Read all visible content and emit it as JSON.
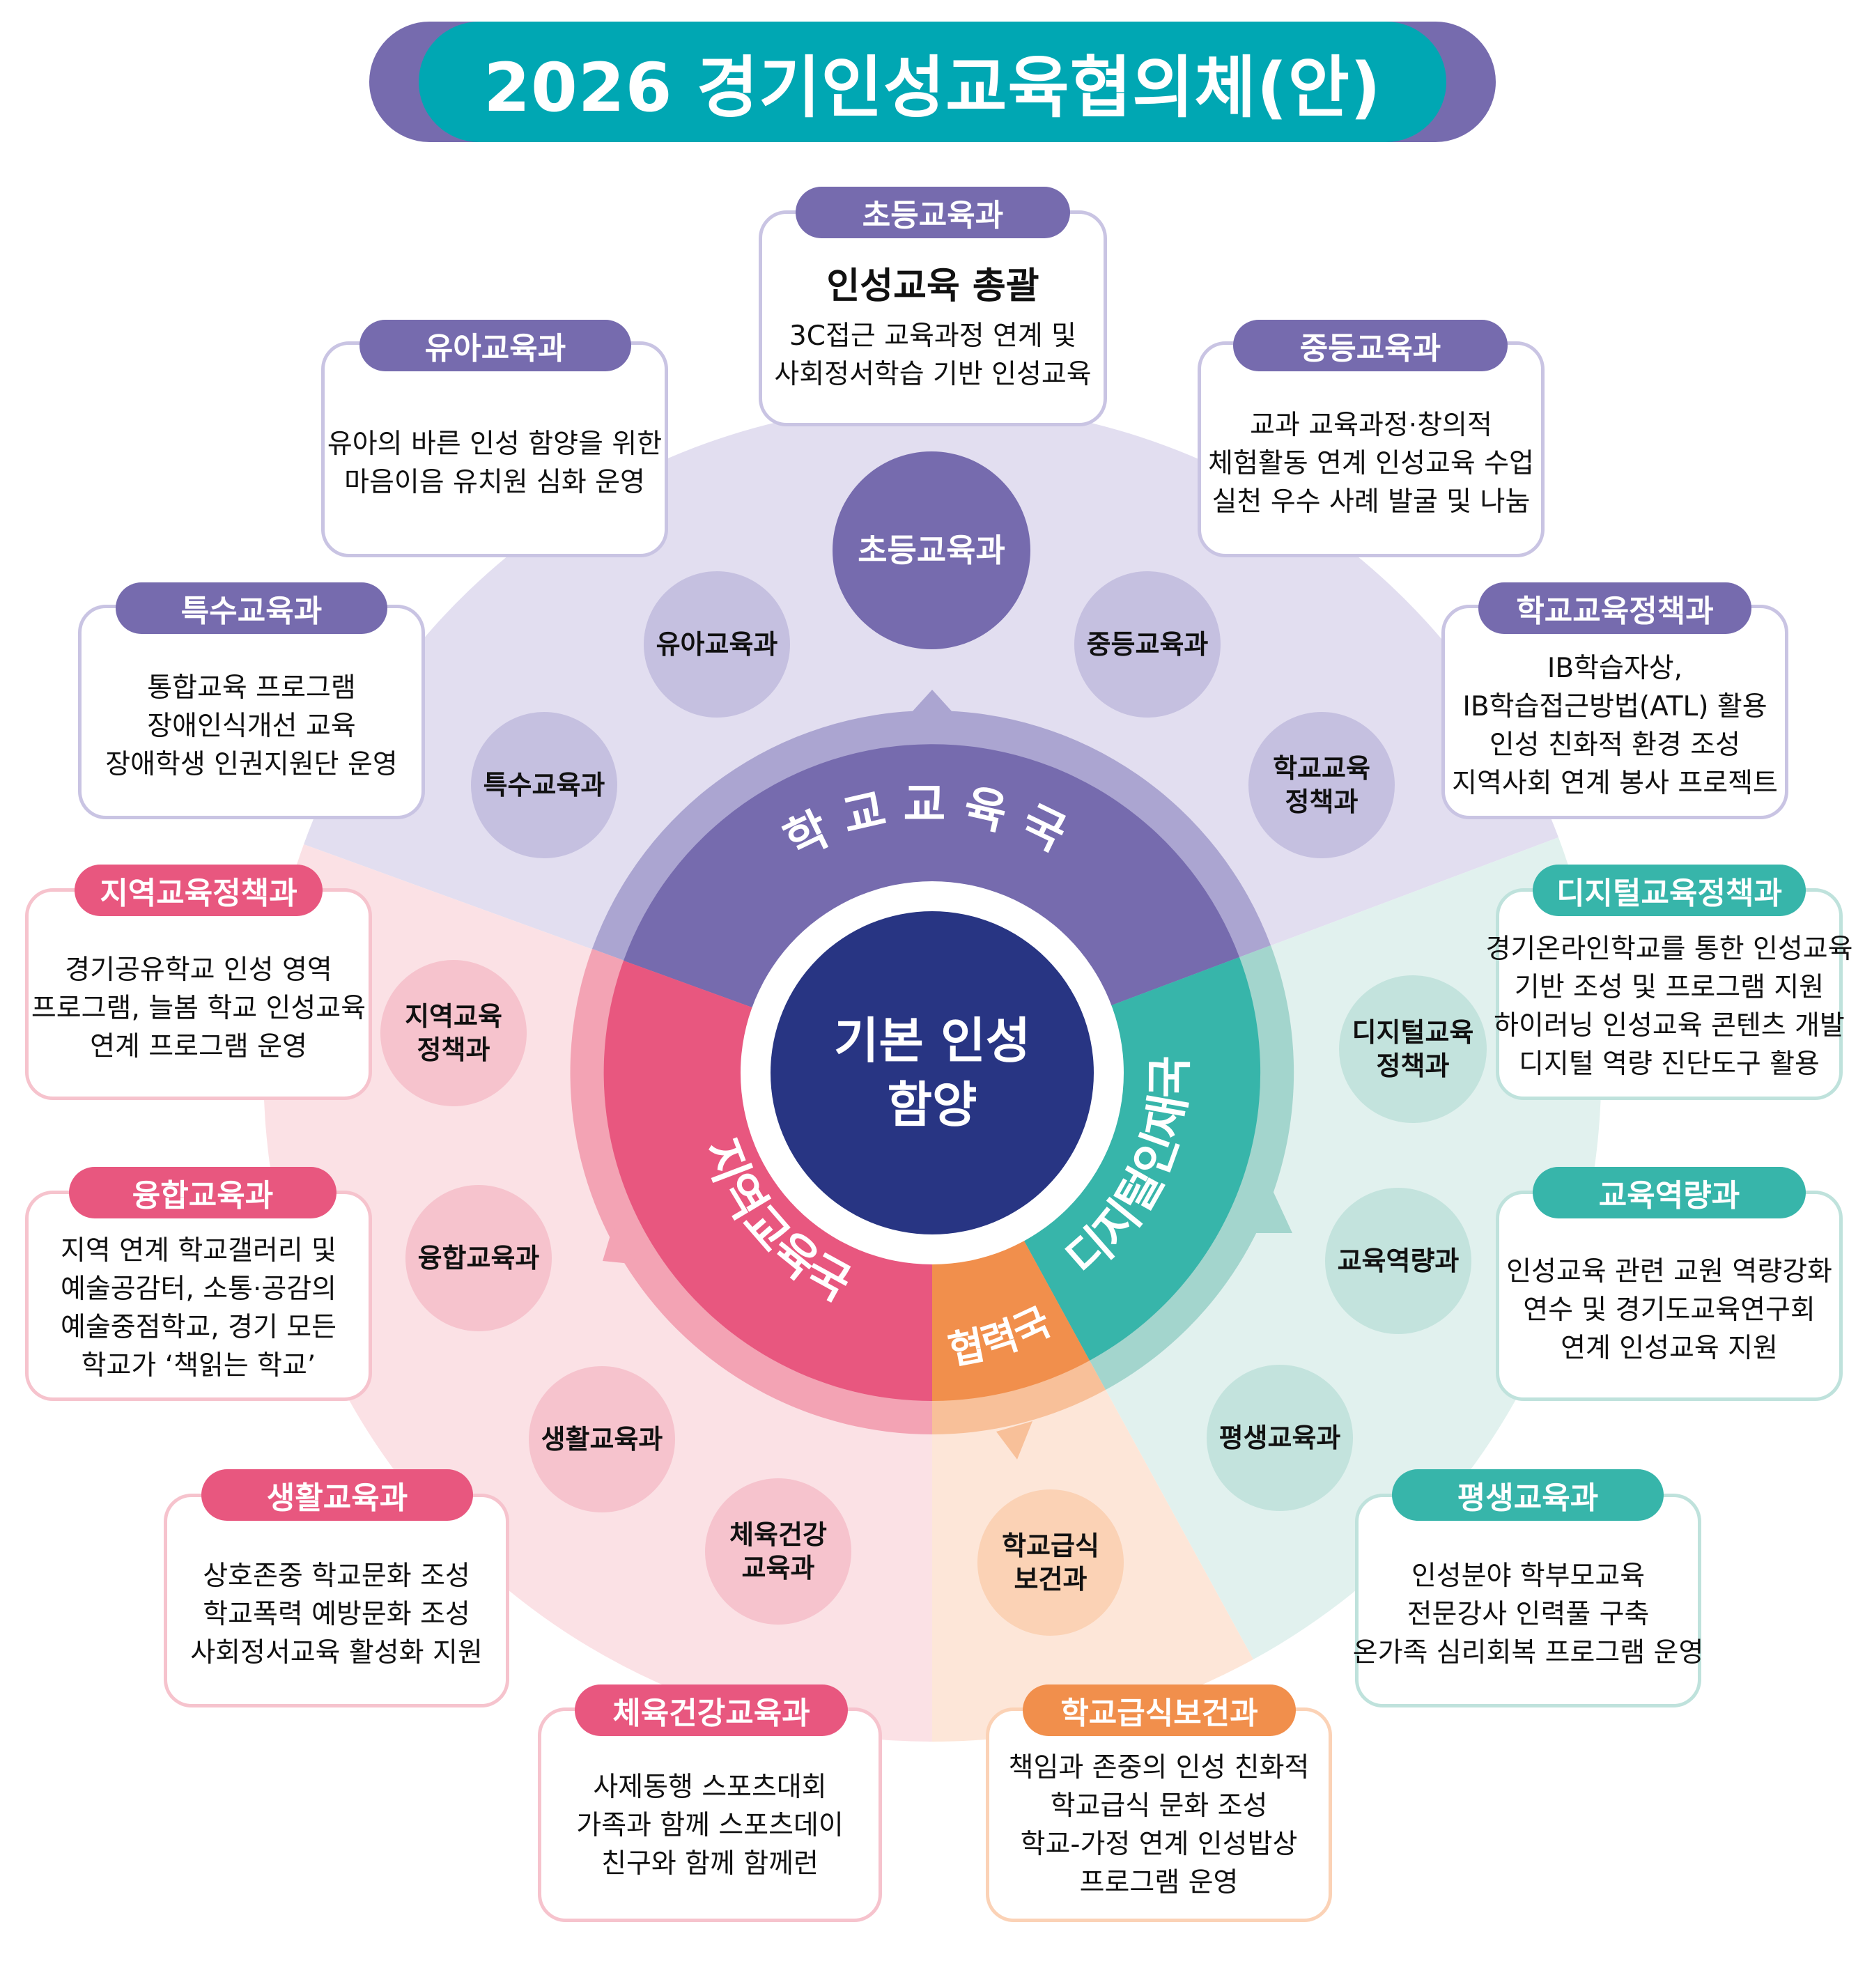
{
  "title": "2026 경기인성교육협의체(안)",
  "colors": {
    "title_back": "#766bae",
    "title_front": "#00a7b3",
    "school_bureau": "#766bae",
    "regional_bureau": "#e8577f",
    "digital_bureau": "#37b5aa",
    "cooperation_bureau": "#f18f4c",
    "center": "#283583"
  },
  "center": {
    "line1": "기본 인성",
    "line2": "함양"
  },
  "bureaus": [
    {
      "id": "school",
      "label": "학교교육국"
    },
    {
      "id": "regional",
      "label": "지역교육국"
    },
    {
      "id": "digital",
      "label": "디지털인재국"
    },
    {
      "id": "cooperation",
      "label": "협력국"
    }
  ],
  "nodes": {
    "elementary": [
      "초등교육과"
    ],
    "early_childhood": [
      "유아교육과"
    ],
    "secondary": [
      "중등교육과"
    ],
    "special": [
      "특수교육과"
    ],
    "school_policy": [
      "학교교육",
      "정책과"
    ],
    "regional_policy": [
      "지역교육",
      "정책과"
    ],
    "convergence": [
      "융합교육과"
    ],
    "life": [
      "생활교육과"
    ],
    "pe_health": [
      "체육건강",
      "교육과"
    ],
    "meal_health": [
      "학교급식",
      "보건과"
    ],
    "lifelong": [
      "평생교육과"
    ],
    "capacity": [
      "교육역량과"
    ],
    "digital_policy": [
      "디지털교육",
      "정책과"
    ]
  },
  "cards": {
    "elementary": {
      "title": "초등교육과",
      "headline": "인성교육 총괄",
      "lines": [
        "3C접근 교육과정 연계 및",
        "사회정서학습 기반 인성교육"
      ]
    },
    "early_childhood": {
      "title": "유아교육과",
      "lines": [
        "유아의 바른 인성 함양을 위한",
        "마음이음 유치원 심화 운영"
      ]
    },
    "secondary": {
      "title": "중등교육과",
      "lines": [
        "교과 교육과정·창의적",
        "체험활동 연계 인성교육 수업",
        "실천 우수 사례 발굴 및 나눔"
      ]
    },
    "special": {
      "title": "특수교육과",
      "lines": [
        "통합교육 프로그램",
        "장애인식개선 교육",
        "장애학생 인권지원단 운영"
      ]
    },
    "school_policy": {
      "title": "학교교육정책과",
      "lines": [
        "IB학습자상,",
        "IB학습접근방법(ATL) 활용",
        "인성 친화적 환경 조성",
        "지역사회 연계 봉사 프로젝트"
      ]
    },
    "regional_policy": {
      "title": "지역교육정책과",
      "lines": [
        "경기공유학교 인성 영역",
        "프로그램, 늘봄 학교 인성교육",
        "연계 프로그램 운영"
      ]
    },
    "digital_policy": {
      "title": "디지털교육정책과",
      "lines": [
        "경기온라인학교를 통한 인성교육",
        "기반 조성 및 프로그램 지원",
        "하이러닝 인성교육 콘텐츠 개발",
        "디지털 역량 진단도구 활용"
      ]
    },
    "convergence": {
      "title": "융합교육과",
      "lines": [
        "지역 연계 학교갤러리 및",
        "예술공감터, 소통·공감의",
        "예술중점학교, 경기 모든",
        "학교가 ‘책읽는 학교’"
      ]
    },
    "capacity": {
      "title": "교육역량과",
      "lines": [
        "인성교육 관련 교원 역량강화",
        "연수 및 경기도교육연구회",
        "연계 인성교육 지원"
      ]
    },
    "life": {
      "title": "생활교육과",
      "lines": [
        "상호존중 학교문화 조성",
        "학교폭력 예방문화 조성",
        "사회정서교육 활성화 지원"
      ]
    },
    "lifelong": {
      "title": "평생교육과",
      "lines": [
        "인성분야 학부모교육",
        "전문강사 인력풀 구축",
        "온가족 심리회복 프로그램 운영"
      ]
    },
    "pe_health": {
      "title": "체육건강교육과",
      "lines": [
        "사제동행 스포츠대회",
        "가족과 함께 스포츠데이",
        "친구와 함께 함께런"
      ]
    },
    "meal_health": {
      "title": "학교급식보건과",
      "lines": [
        "책임과 존중의 인성 친화적",
        "학교급식 문화 조성",
        "학교-가정 연계 인성밥상",
        "프로그램 운영"
      ]
    }
  }
}
